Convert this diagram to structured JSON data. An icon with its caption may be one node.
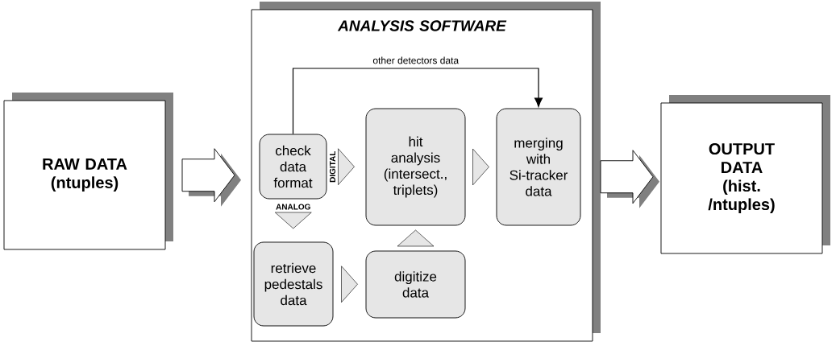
{
  "diagram": {
    "nodes": [
      {
        "text": [
          "RAW DATA (ntuples)"
        ]
      },
      {
        "text": [
          "ANALYSIS SOFTWARE"
        ]
      },
      {
        "text": [
          "check data format"
        ],
        "in": 1
      },
      {
        "text": [
          "hit analysis (intersect., triplets)"
        ],
        "in": 1
      },
      {
        "text": [
          "merging with Si-tracker data"
        ],
        "in": 1
      },
      {
        "text": [
          "retrieve pedestals data"
        ],
        "in": 1
      },
      {
        "text": [
          "digitize data"
        ],
        "in": 1
      },
      {
        "text": [
          "OUTPUT DATA (hist. /ntuples)"
        ]
      }
    ],
    "edges": [
      {
        "from": 0,
        "to": 1,
        "arrow": "to"
      },
      {
        "from": 2,
        "to": 3,
        "arrow": "to",
        "label": "DIGITAL"
      },
      {
        "from": 3,
        "to": 4,
        "arrow": "to"
      },
      {
        "from": 2,
        "to": 4,
        "arrow": "to",
        "label": "other detectors data"
      },
      {
        "from": 2,
        "to": 5,
        "arrow": "to",
        "label": "ANALOG"
      },
      {
        "from": 5,
        "to": 6,
        "arrow": "to"
      },
      {
        "from": 6,
        "to": 3,
        "arrow": "to"
      },
      {
        "from": 1,
        "to": 7,
        "arrow": "to"
      }
    ]
  }
}
